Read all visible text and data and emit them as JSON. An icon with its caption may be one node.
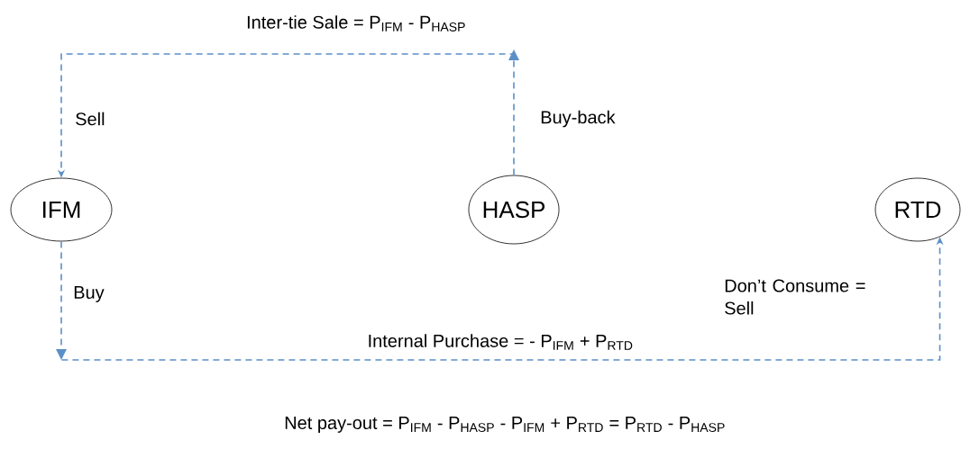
{
  "diagram": {
    "nodes": [
      {
        "text": [
          "IFM"
        ]
      },
      {
        "text": [
          "HASP"
        ]
      },
      {
        "text": [
          "RTD"
        ]
      }
    ],
    "edges": [
      {
        "from": 1,
        "to": 0,
        "arrow": "to",
        "label": "Inter-tie Sale = P$_{IFM}$ - P$_{HASP}$",
        "style": "dashed"
      },
      {
        "from": 0,
        "to": 2,
        "arrow": "to",
        "label": "Internal Purchase =  - P$_{IFM}$ + P$_{RTD}$",
        "style": "dashed"
      }
    ],
    "labels": [
      "Sell",
      "Buy-back",
      "Buy",
      "Don’t Consume = Sell",
      "Net pay-out =  P$_{IFM}$ - P$_{HASP}$ -  P$_{IFM}$ +  P$_{RTD}$ =  P$_{RTD}$ - P$_{HASP}$"
    ]
  }
}
